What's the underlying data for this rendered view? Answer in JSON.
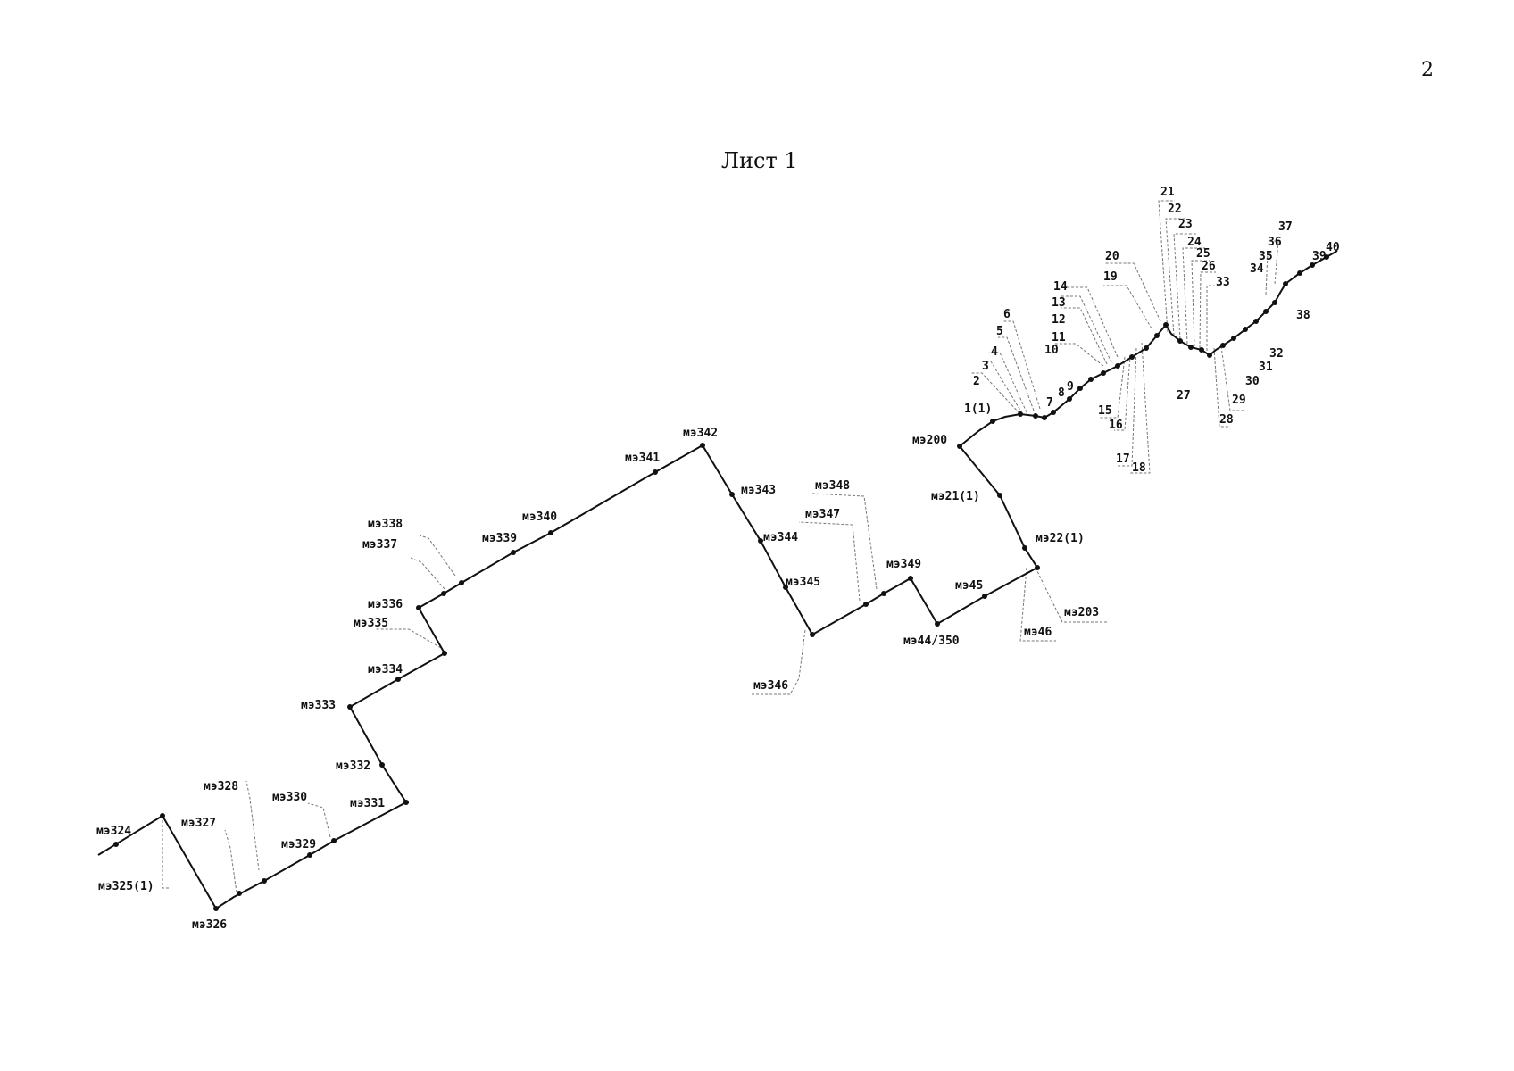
{
  "page_number": "2",
  "sheet_title": "Лист 1",
  "labels": [
    {
      "id": "ms324",
      "text": "мэ324"
    },
    {
      "id": "ms325",
      "text": "мэ325(1)"
    },
    {
      "id": "ms326",
      "text": "мэ326"
    },
    {
      "id": "ms327",
      "text": "мэ327"
    },
    {
      "id": "ms328",
      "text": "мэ328"
    },
    {
      "id": "ms329",
      "text": "мэ329"
    },
    {
      "id": "ms330",
      "text": "мэ330"
    },
    {
      "id": "ms331",
      "text": "мэ331"
    },
    {
      "id": "ms332",
      "text": "мэ332"
    },
    {
      "id": "ms333",
      "text": "мэ333"
    },
    {
      "id": "ms334",
      "text": "мэ334"
    },
    {
      "id": "ms335",
      "text": "мэ335"
    },
    {
      "id": "ms336",
      "text": "мэ336"
    },
    {
      "id": "ms337",
      "text": "мэ337"
    },
    {
      "id": "ms338",
      "text": "мэ338"
    },
    {
      "id": "ms339",
      "text": "мэ339"
    },
    {
      "id": "ms340",
      "text": "мэ340"
    },
    {
      "id": "ms341",
      "text": "мэ341"
    },
    {
      "id": "ms342",
      "text": "мэ342"
    },
    {
      "id": "ms343",
      "text": "мэ343"
    },
    {
      "id": "ms344",
      "text": "мэ344"
    },
    {
      "id": "ms345",
      "text": "мэ345"
    },
    {
      "id": "ms346",
      "text": "мэ346"
    },
    {
      "id": "ms347",
      "text": "мэ347"
    },
    {
      "id": "ms348",
      "text": "мэ348"
    },
    {
      "id": "ms349",
      "text": "мэ349"
    },
    {
      "id": "ms350",
      "text": "мэ44/350"
    },
    {
      "id": "ms45",
      "text": "мэ45"
    },
    {
      "id": "ms46",
      "text": "мэ46"
    },
    {
      "id": "ms203",
      "text": "мэ203"
    },
    {
      "id": "ms22",
      "text": "мэ22(1)"
    },
    {
      "id": "ms21",
      "text": "мэ21(1)"
    },
    {
      "id": "ms200",
      "text": "мэ200"
    },
    {
      "id": "n1",
      "text": "1(1)"
    },
    {
      "id": "n2",
      "text": "2"
    },
    {
      "id": "n3",
      "text": "3"
    },
    {
      "id": "n4",
      "text": "4"
    },
    {
      "id": "n5",
      "text": "5"
    },
    {
      "id": "n6",
      "text": "6"
    },
    {
      "id": "n7",
      "text": "7"
    },
    {
      "id": "n8",
      "text": "8"
    },
    {
      "id": "n9",
      "text": "9"
    },
    {
      "id": "n10",
      "text": "10"
    },
    {
      "id": "n11",
      "text": "11"
    },
    {
      "id": "n12",
      "text": "12"
    },
    {
      "id": "n13",
      "text": "13"
    },
    {
      "id": "n14",
      "text": "14"
    },
    {
      "id": "n15",
      "text": "15"
    },
    {
      "id": "n16",
      "text": "16"
    },
    {
      "id": "n17",
      "text": "17"
    },
    {
      "id": "n18",
      "text": "18"
    },
    {
      "id": "n19",
      "text": "19"
    },
    {
      "id": "n20",
      "text": "20"
    },
    {
      "id": "n21",
      "text": "21"
    },
    {
      "id": "n22",
      "text": "22"
    },
    {
      "id": "n23",
      "text": "23"
    },
    {
      "id": "n24",
      "text": "24"
    },
    {
      "id": "n25",
      "text": "25"
    },
    {
      "id": "n26",
      "text": "26"
    },
    {
      "id": "n27",
      "text": "27"
    },
    {
      "id": "n28",
      "text": "28"
    },
    {
      "id": "n29",
      "text": "29"
    },
    {
      "id": "n30",
      "text": "30"
    },
    {
      "id": "n31",
      "text": "31"
    },
    {
      "id": "n32",
      "text": "32"
    },
    {
      "id": "n33",
      "text": "33"
    },
    {
      "id": "n34",
      "text": "34"
    },
    {
      "id": "n35",
      "text": "35"
    },
    {
      "id": "n36",
      "text": "36"
    },
    {
      "id": "n37",
      "text": "37"
    },
    {
      "id": "n38",
      "text": "38"
    },
    {
      "id": "n39",
      "text": "39"
    },
    {
      "id": "n40",
      "text": "40"
    }
  ]
}
